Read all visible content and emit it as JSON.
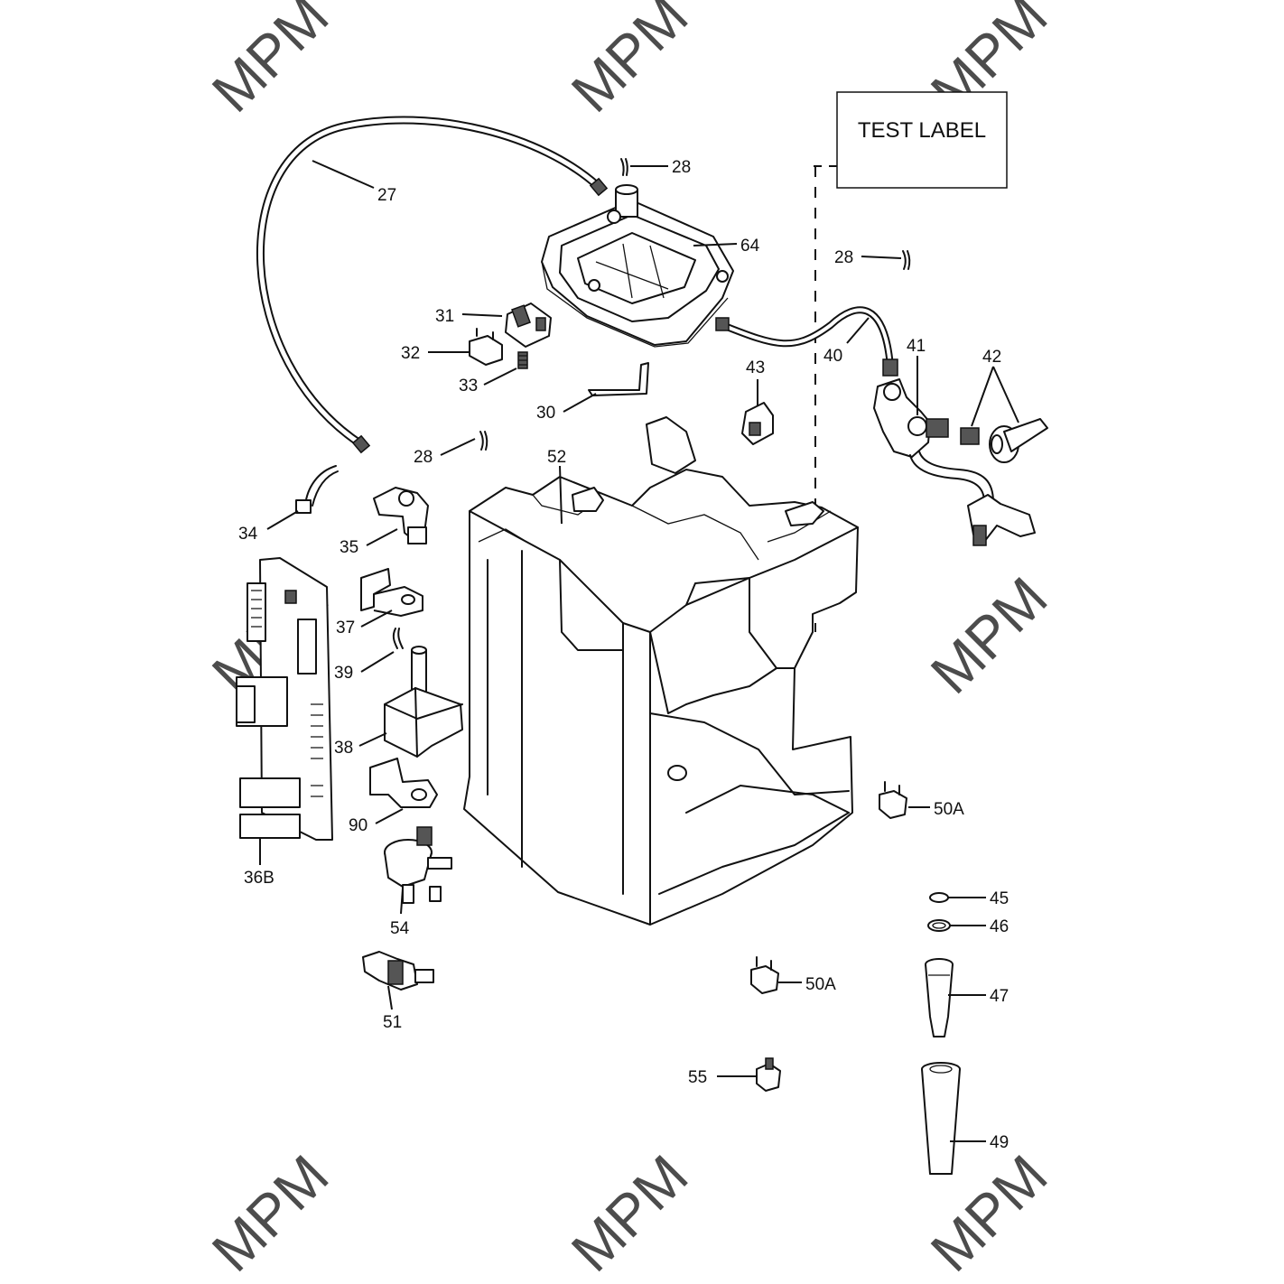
{
  "watermark": "MPM",
  "test_label": "TEST LABEL",
  "callouts": {
    "c27": "27",
    "c28a": "28",
    "c28b": "28",
    "c28c": "28",
    "c64": "64",
    "c31": "31",
    "c32": "32",
    "c33": "33",
    "c30": "30",
    "c40": "40",
    "c41": "41",
    "c42": "42",
    "c43": "43",
    "c52": "52",
    "c34": "34",
    "c35": "35",
    "c37": "37",
    "c39": "39",
    "c38": "38",
    "c90": "90",
    "c36B": "36B",
    "c54": "54",
    "c51": "51",
    "c50Aa": "50A",
    "c50Ab": "50A",
    "c45": "45",
    "c46": "46",
    "c47": "47",
    "c55": "55",
    "c49": "49"
  }
}
